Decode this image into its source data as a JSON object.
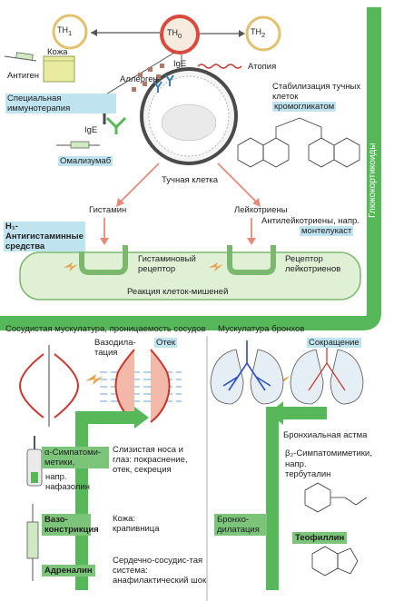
{
  "top": {
    "th1": "TH",
    "th1_sub": "1",
    "th0": "TH",
    "th0_sub": "0",
    "th2": "TH",
    "th2_sub": "2",
    "skin": "Кожа",
    "antigen": "Антиген",
    "allergen": "Аллерген",
    "ige1": "IgE",
    "atopy": "Атопия",
    "specific_immunotherapy": "Специальная иммунотерапия",
    "ige2": "IgE",
    "omalizumab": "Омализумаб",
    "mast_cell": "Тучная клетка",
    "stabilization": "Стабилизация тучных клеток",
    "cromoglycate": "кромогликатом",
    "glucocorticoids": "Глюкокортикоиды"
  },
  "middle": {
    "histamine": "Гистамин",
    "leukotrienes": "Лейкотриены",
    "h1_antihistamines": "H₁-Антигистаминные средства",
    "antileukotrienes": "Антилейкотриены, напр.",
    "montelukast": "монтелукаст",
    "histamine_receptor": "Гистаминовый рецептор",
    "leukotriene_receptor": "Рецептор лейкотриенов",
    "target_reaction": "Реакция клеток-мишеней"
  },
  "left_panel": {
    "title": "Сосудистая мускулатура, проницаемость сосудов",
    "vasodilation": "Вазодила-тация",
    "edema": "Отек",
    "alpha_sympathomimetics": "α-Симпатоми-метики,",
    "example_naphazoline": "напр. нафазолин",
    "vasoconstriction": "Вазо-констрикция",
    "adrenaline": "Адреналин",
    "mucosa": "Слизистая носа и глаз: покраснение, отек, секреция",
    "skin_effect": "Кожа: крапивница",
    "cardiovascular": "Сердечно-сосудис-тая система: анафилактический шок"
  },
  "right_panel": {
    "title": "Мускулатура бронхов",
    "contraction": "Сокращение",
    "bronchial_asthma": "Бронхиальная астма",
    "beta2": "β₂-Симпатомиметики,",
    "example_terbutaline": "напр. тербуталин",
    "bronchodilation": "Бронхо-дилатация",
    "theophylline": "Теофиллин"
  },
  "colors": {
    "green": "#57b85a",
    "light_green": "#dff0d5",
    "blue_highlight": "#bfe3ef",
    "red": "#c8352a",
    "lung_blue": "#2d4fbf"
  }
}
